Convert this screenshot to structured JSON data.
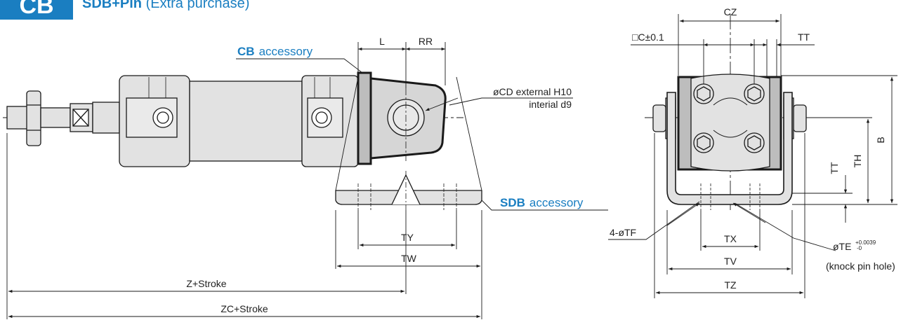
{
  "header": {
    "badge": "CB",
    "title_bold": "SDB+Pin",
    "title_rest": "(Extra purchase)"
  },
  "accessories": {
    "cb_code": "CB",
    "cb_text": "accessory",
    "sdb_code": "SDB",
    "sdb_text": "accessory"
  },
  "side_view": {
    "L": "L",
    "RR": "RR",
    "cd_line1": "øCD external H10",
    "cd_line2": "interial d9",
    "TY": "TY",
    "TW": "TW",
    "z_stroke": "Z+Stroke",
    "zc_stroke": "ZC+Stroke"
  },
  "front_view": {
    "CZ": "CZ",
    "C": "□C±0.1",
    "TT_top": "TT",
    "B": "B",
    "TH": "TH",
    "TT_side": "TT",
    "TF": "4-øTF",
    "TX": "TX",
    "TE": "øTE",
    "TE_tol_upper": "+0.0039",
    "TE_tol_lower": "-0",
    "knock_pin": "(knock pin hole)",
    "TV": "TV",
    "TZ": "TZ"
  },
  "colors": {
    "accent": "#1a7ec1",
    "line": "#1a1a1a",
    "part_fill": "#e2e2e2",
    "accessory_fill": "#d6d6d6"
  }
}
